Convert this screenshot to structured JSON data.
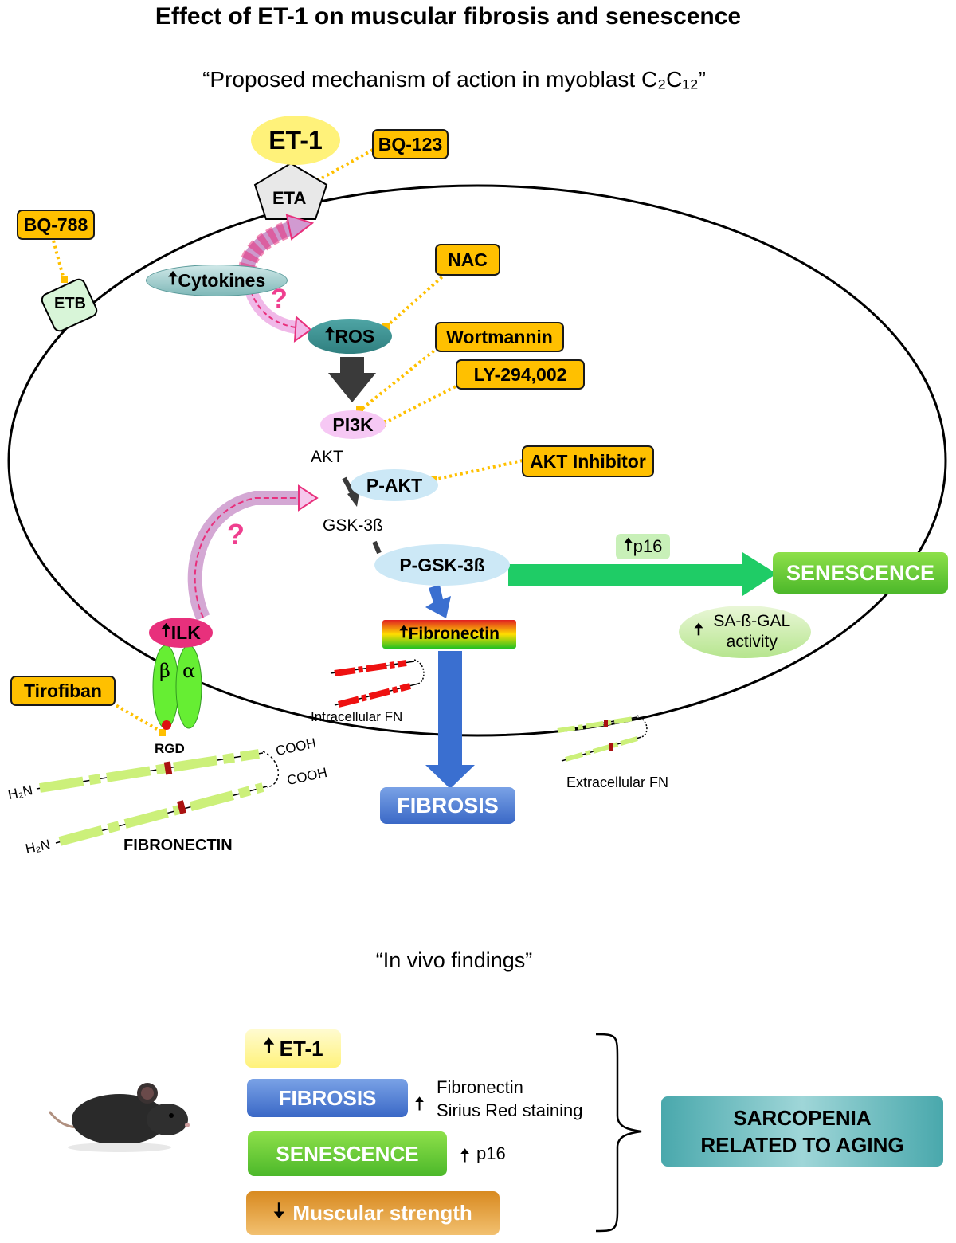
{
  "title": "Effect of ET-1 on muscular fibrosis and senescence",
  "subtitle": "“Proposed mechanism of action in myoblast C₂C₁₂”",
  "invivo_title": "“In vivo findings”",
  "ligand": "ET-1",
  "receptors": {
    "eta": "ETA",
    "etb": "ETB"
  },
  "inhibitors": {
    "bq123": "BQ-123",
    "bq788": "BQ-788",
    "nac": "NAC",
    "wortmannin": "Wortmannin",
    "ly": "LY-294,002",
    "akt_inhibitor": "AKT Inhibitor",
    "tirofiban": "Tirofiban"
  },
  "nodes": {
    "cytokines": "Cytokines",
    "ros": "ROS",
    "pi3k": "PI3K",
    "akt": "AKT",
    "p_akt": "P-AKT",
    "gsk": "GSK-3ß",
    "p_gsk": "P-GSK-3ß",
    "fibronectin": "Fibronectin",
    "ilk": "ILK",
    "beta": "β",
    "alpha": "α",
    "p16": "p16",
    "sa_gal": "SA-ß-GAL activity",
    "question": "?"
  },
  "outcomes": {
    "senescence": "SENESCENCE",
    "fibrosis": "FIBROSIS"
  },
  "fn_labels": {
    "intracellular": "Intracellular FN",
    "extracellular": "Extracellular FN",
    "fibronectin": "FIBRONECTIN",
    "rgd": "RGD",
    "cooh": "COOH",
    "h2n": "H₂N"
  },
  "invivo": {
    "et1": "ET-1",
    "fibrosis": "FIBROSIS",
    "fibrosis_marker1": "Fibronectin",
    "fibrosis_marker2": "Sirius Red staining",
    "senescence": "SENESCENCE",
    "senescence_marker": "p16",
    "strength": "Muscular strength",
    "result": "SARCOPENIA RELATED TO AGING"
  },
  "colors": {
    "inhibitor": "#ffc000",
    "senescence_green": "#66cc33",
    "fibrosis_blue": "#4a7bd0",
    "ilk_pink": "#e8307c",
    "question_pink": "#ef3f8f",
    "ros_teal": "#3a9090",
    "sarcopenia_teal": "#4fb3b8"
  }
}
